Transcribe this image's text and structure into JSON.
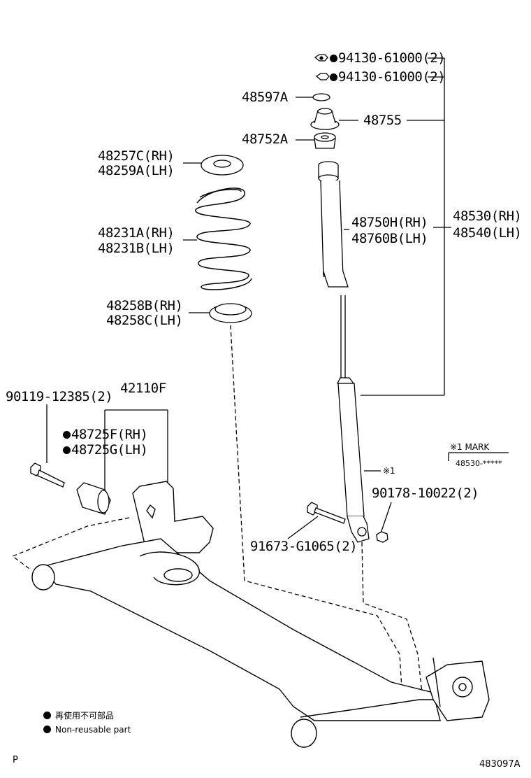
{
  "parts": {
    "nut_top_1": "94130-61000(2)",
    "nut_top_2": "94130-61000(2)",
    "washer": "48597A",
    "support": "48755",
    "bushing": "48752A",
    "insulator_upper_rh": "48257C(RH)",
    "insulator_upper_lh": "48259A(LH)",
    "spring_rh": "48231A(RH)",
    "spring_lh": "48231B(LH)",
    "insulator_lower_rh": "48258B(RH)",
    "insulator_lower_lh": "48258C(LH)",
    "bumper_rh": "48750H(RH)",
    "bumper_lh": "48760B(LH)",
    "absorber_rh": "48530(RH)",
    "absorber_lh": "48540(LH)",
    "bolt_front": "90119-12385(2)",
    "axle_beam": "42110F",
    "bush_rh": "48725F(RH)",
    "bush_lh": "48725G(LH)",
    "mark_symbol": "※1",
    "bolt_lower": "91673-G1065(2)",
    "nut_lower": "90178-10022(2)"
  },
  "mark_box": {
    "title": "※1 MARK",
    "code": "48530-*****"
  },
  "legend": {
    "jp": "再使用不可部品",
    "en": "Non-reusable part"
  },
  "footer": {
    "page": "P",
    "drawing_id": "483097A"
  }
}
